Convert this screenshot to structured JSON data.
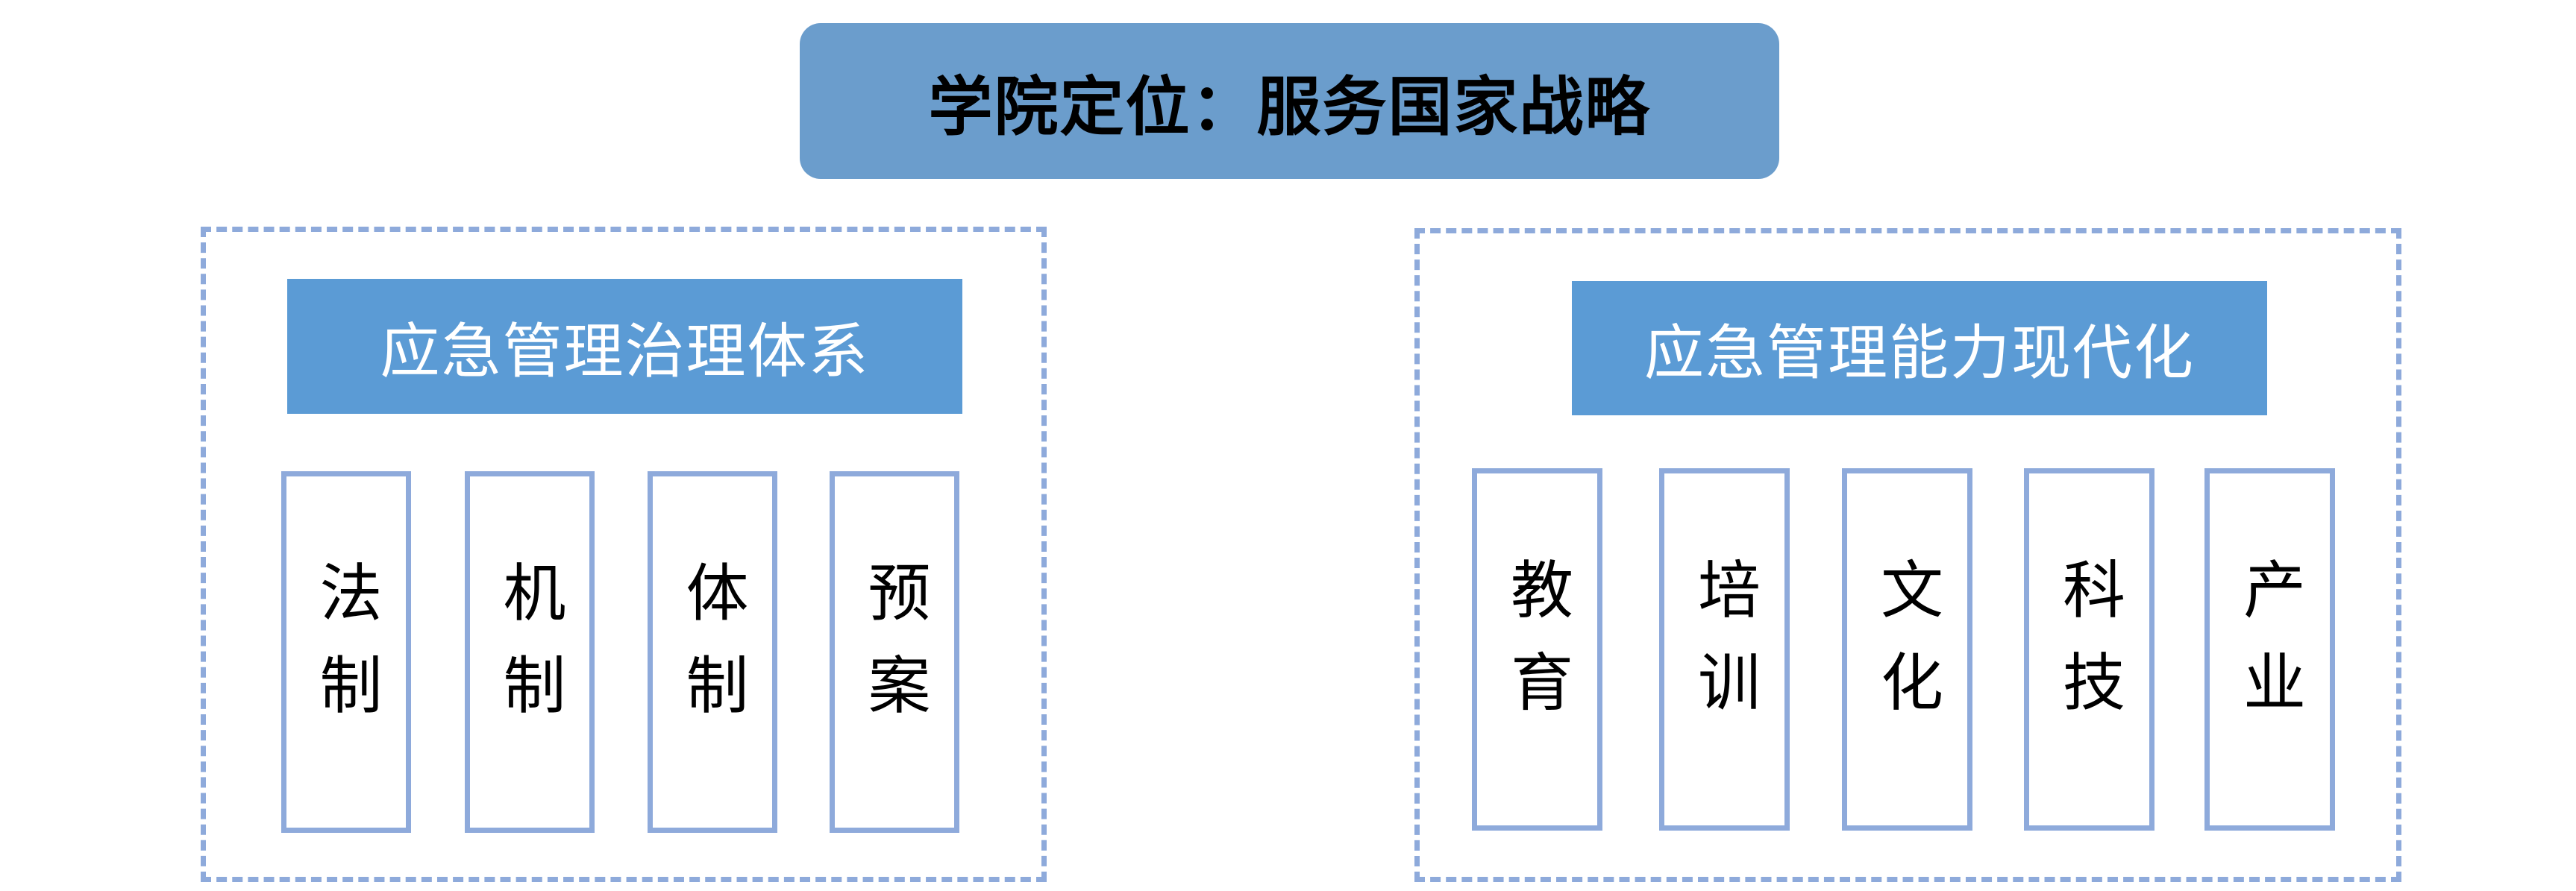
{
  "title": "学院定位：服务国家战略",
  "panels": [
    {
      "header": "应急管理治理体系",
      "items": [
        "法制",
        "机制",
        "体制",
        "预案"
      ]
    },
    {
      "header": "应急管理能力现代化",
      "items": [
        "教育",
        "培训",
        "文化",
        "科技",
        "产业"
      ]
    }
  ],
  "colors": {
    "title_box": "#6b9dcc",
    "header_box": "#5b9bd5",
    "border": "#8eaadb"
  }
}
